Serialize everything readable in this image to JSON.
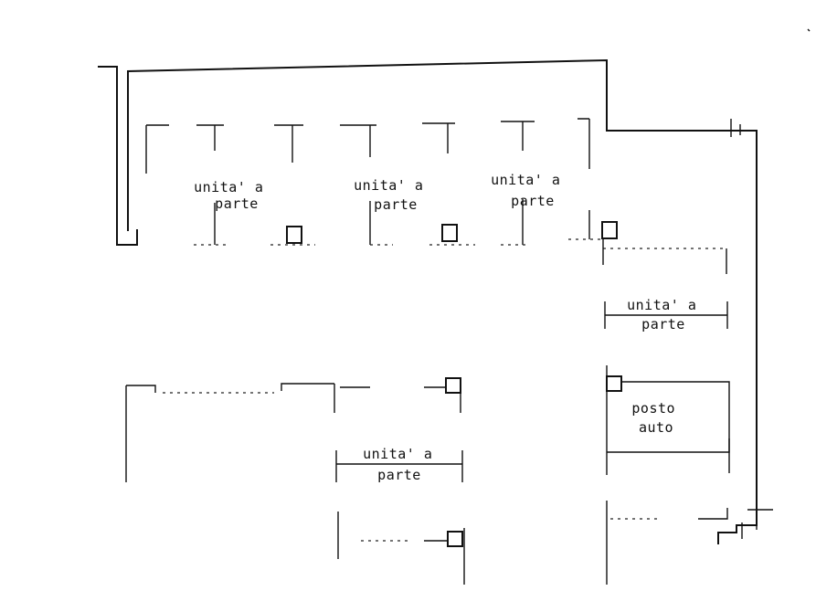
{
  "rooms": [
    {
      "id": "unit-1",
      "line1": "unita' a",
      "line2": "parte"
    },
    {
      "id": "unit-2",
      "line1": "unita' a",
      "line2": "parte"
    },
    {
      "id": "unit-3",
      "line1": "unita' a",
      "line2": "parte"
    },
    {
      "id": "unit-4",
      "line1": "unita' a",
      "line2": "parte"
    },
    {
      "id": "unit-5",
      "line1": "unita' a",
      "line2": "parte"
    },
    {
      "id": "parking",
      "line1": "posto",
      "line2": "auto"
    }
  ]
}
